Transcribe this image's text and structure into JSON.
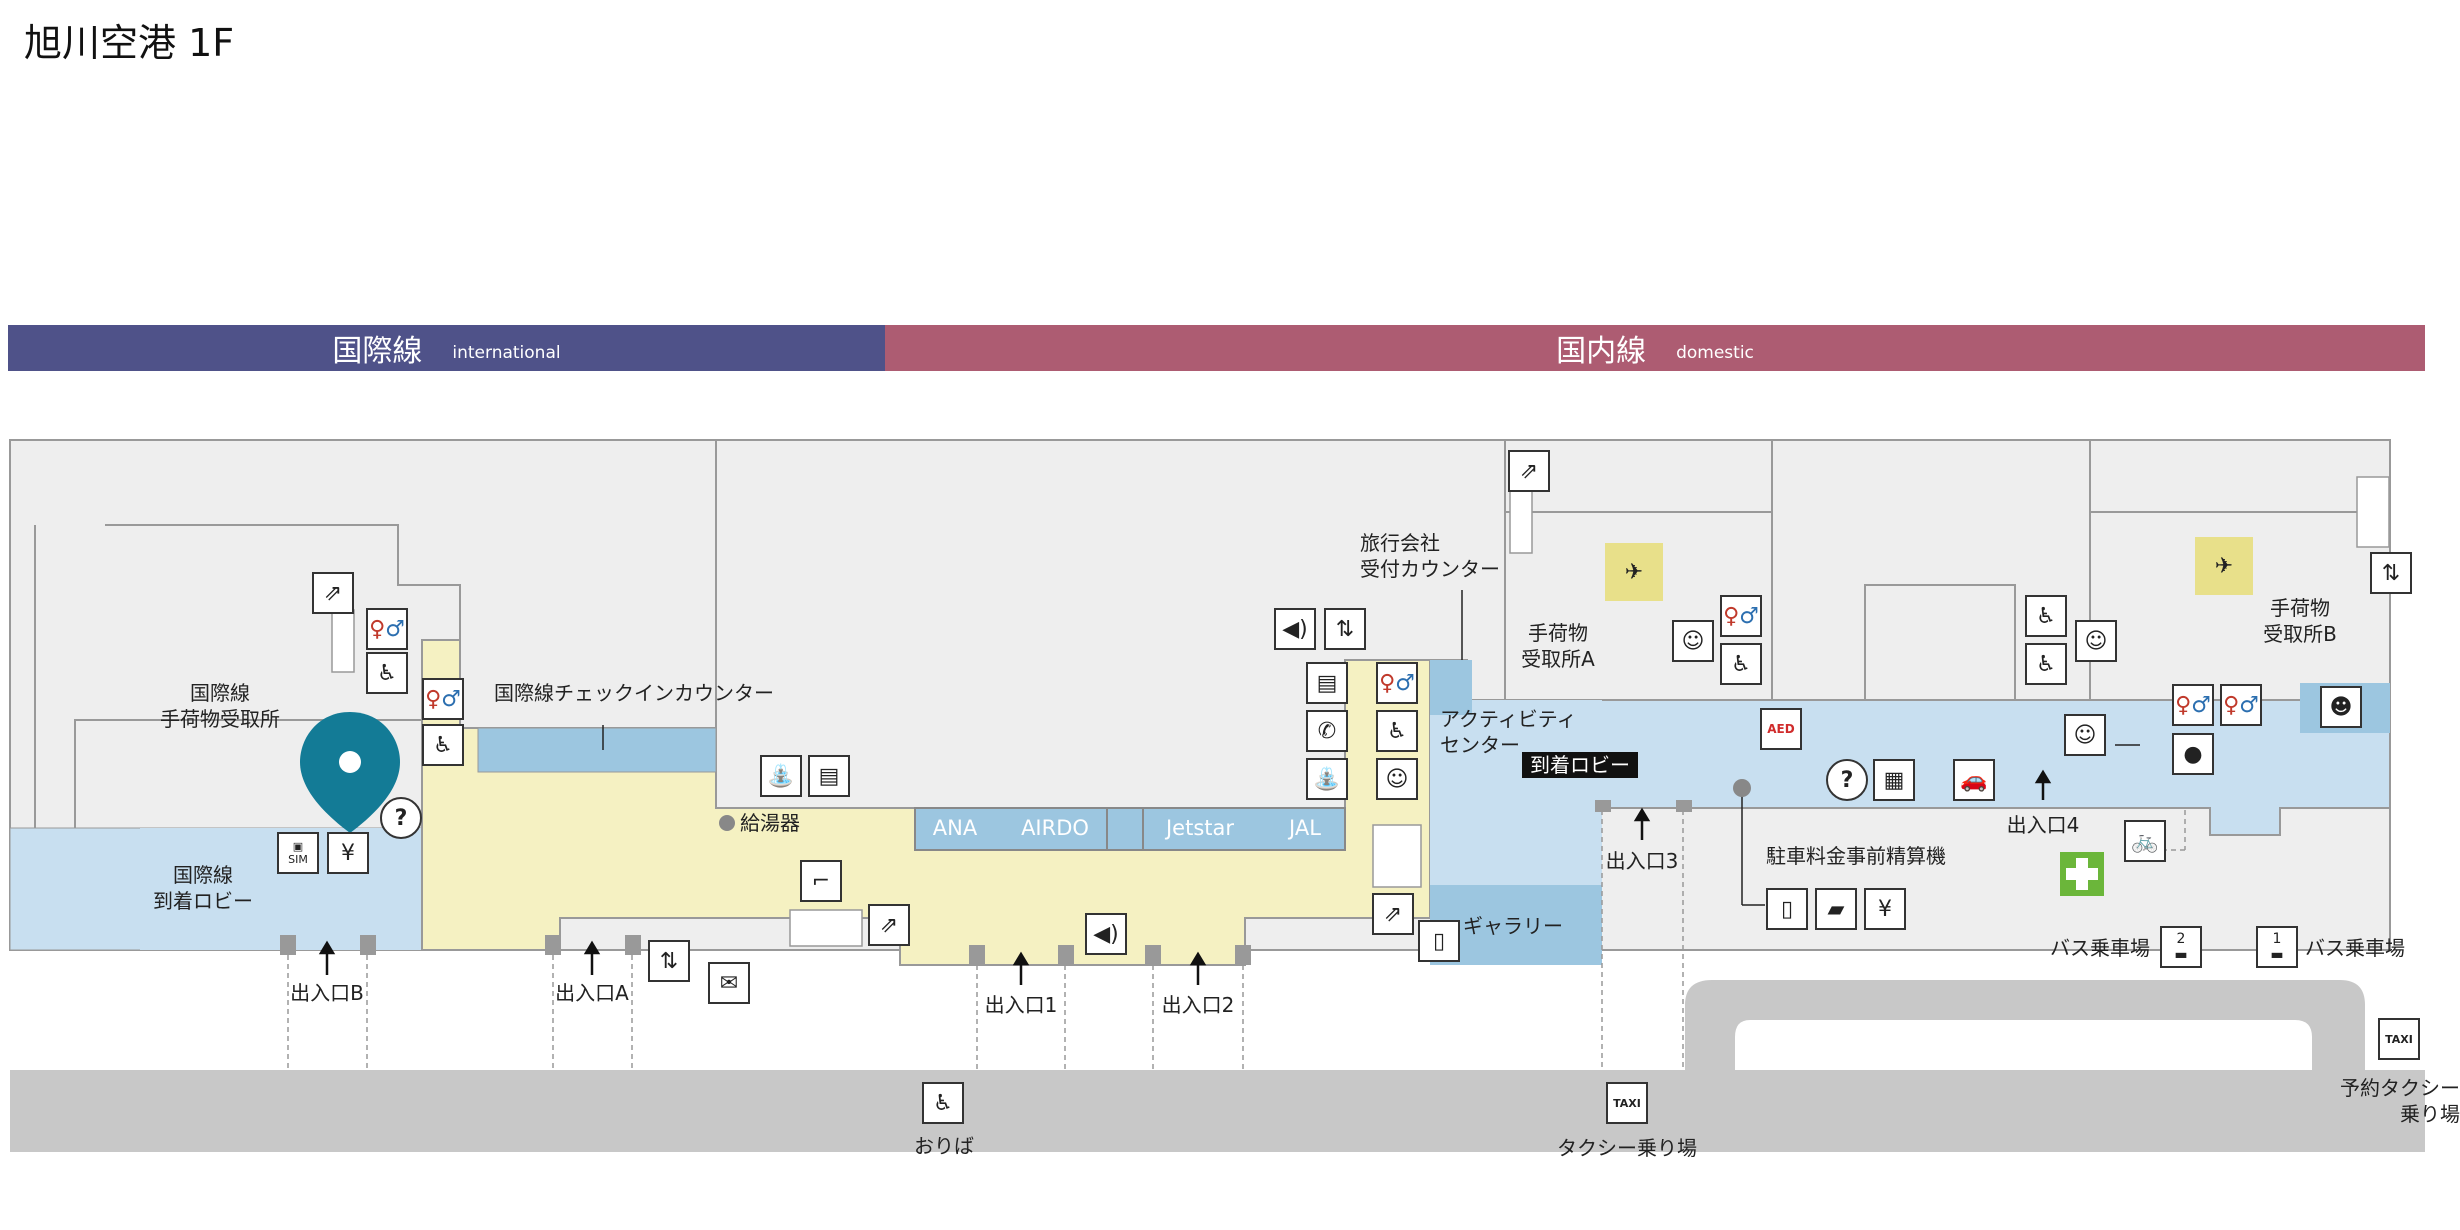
{
  "title": "旭川空港 1F",
  "colors": {
    "international": "#4f5289",
    "domestic": "#ad5c72",
    "lobby_blue": "#c8dff0",
    "counter_blue": "#9cc6e0",
    "yellow": "#f5f1c2",
    "gray_room": "#eeeeee",
    "road": "#c8c8c8",
    "accent_pin": "#137b96",
    "aid_green": "#6bb63a"
  },
  "bands": {
    "international": {
      "jp": "国際線",
      "en": "international"
    },
    "domestic": {
      "jp": "国内線",
      "en": "domestic"
    }
  },
  "airlines": [
    "ANA",
    "AIRDO",
    "Jetstar",
    "JAL"
  ],
  "areas": {
    "intl_baggage": "国際線\n手荷物受取所",
    "intl_checkin": "国際線チェックインカウンター",
    "intl_arrival": "国際線\n到着ロビー",
    "water_heater": "給湯器",
    "travel_counter": "旅行会社\n受付カウンター",
    "baggage_a": "手荷物\n受取所A",
    "baggage_b": "手荷物\n受取所B",
    "activity_center": "アクティビティ\nセンター",
    "arrival_lobby": "到着ロビー",
    "gallery": "ギャラリー",
    "parking_machine": "駐車料金事前精算機",
    "bus_stop_2": "バス乗車場",
    "bus_stop_1": "バス乗車場",
    "reserved_taxi": "予約タクシー\n乗り場",
    "taxi_stand": "タクシー乗り場",
    "drop_off": "おりば"
  },
  "entrances": [
    "出入口B",
    "出入口A",
    "出入口1",
    "出入口2",
    "出入口3",
    "出入口4"
  ],
  "icon_text": {
    "sim": "SIM",
    "aed": "AED",
    "taxi": "TAXI",
    "bus2": "2",
    "bus1": "1"
  }
}
